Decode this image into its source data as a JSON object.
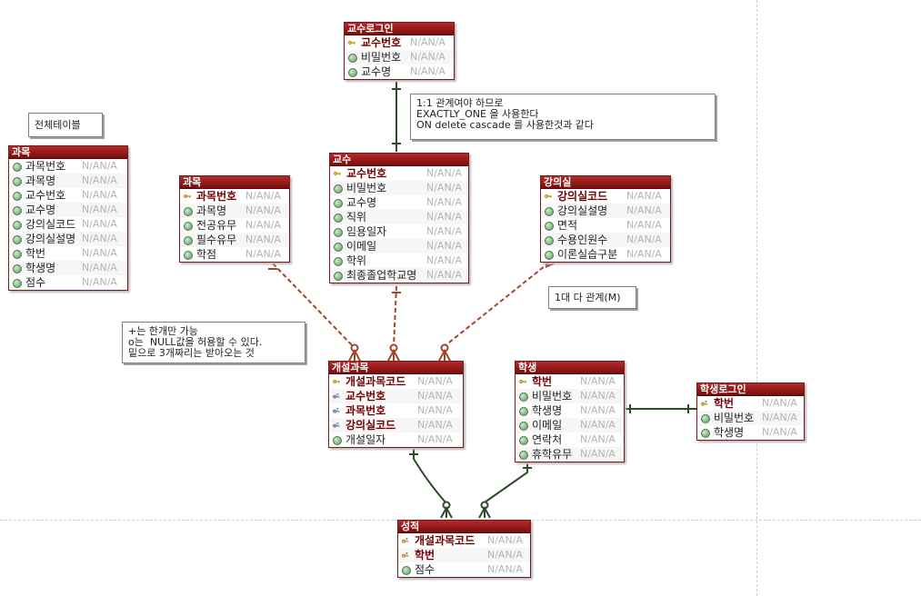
{
  "type_placeholder": "N/AN/A",
  "entities": {
    "prof_login": {
      "title": "교수로그인",
      "rows": [
        {
          "name": "교수번호",
          "kind": "pk"
        },
        {
          "name": "비밀번호",
          "kind": "attr"
        },
        {
          "name": "교수명",
          "kind": "attr"
        }
      ]
    },
    "all_tables": {
      "title": "과목",
      "rows": [
        {
          "name": "과목번호",
          "kind": "attr"
        },
        {
          "name": "과목명",
          "kind": "attr"
        },
        {
          "name": "교수번호",
          "kind": "attr"
        },
        {
          "name": "교수명",
          "kind": "attr"
        },
        {
          "name": "강의실코드",
          "kind": "attr"
        },
        {
          "name": "강의실설명",
          "kind": "attr"
        },
        {
          "name": "학번",
          "kind": "attr"
        },
        {
          "name": "학생명",
          "kind": "attr"
        },
        {
          "name": "점수",
          "kind": "attr"
        }
      ]
    },
    "subject": {
      "title": "과목",
      "rows": [
        {
          "name": "과목번호",
          "kind": "pk"
        },
        {
          "name": "과목명",
          "kind": "attr"
        },
        {
          "name": "전공유무",
          "kind": "attr"
        },
        {
          "name": "필수유무",
          "kind": "attr"
        },
        {
          "name": "학점",
          "kind": "attr"
        }
      ]
    },
    "professor": {
      "title": "교수",
      "rows": [
        {
          "name": "교수번호",
          "kind": "pk"
        },
        {
          "name": "비밀번호",
          "kind": "attr"
        },
        {
          "name": "교수명",
          "kind": "attr"
        },
        {
          "name": "직위",
          "kind": "attr"
        },
        {
          "name": "임용일자",
          "kind": "attr"
        },
        {
          "name": "이메일",
          "kind": "attr"
        },
        {
          "name": "학위",
          "kind": "attr"
        },
        {
          "name": "최종졸업학교명",
          "kind": "attr"
        }
      ]
    },
    "classroom": {
      "title": "강의실",
      "rows": [
        {
          "name": "강의실코드",
          "kind": "pk"
        },
        {
          "name": "강의실설명",
          "kind": "attr"
        },
        {
          "name": "면적",
          "kind": "attr"
        },
        {
          "name": "수용인원수",
          "kind": "attr"
        },
        {
          "name": "이론실습구분",
          "kind": "attr"
        }
      ]
    },
    "course": {
      "title": "개설과목",
      "rows": [
        {
          "name": "개설과목코드",
          "kind": "pk"
        },
        {
          "name": "교수번호",
          "kind": "fk"
        },
        {
          "name": "과목번호",
          "kind": "fk"
        },
        {
          "name": "강의실코드",
          "kind": "fk"
        },
        {
          "name": "개설일자",
          "kind": "attr"
        }
      ]
    },
    "student": {
      "title": "학생",
      "rows": [
        {
          "name": "학번",
          "kind": "pk"
        },
        {
          "name": "비밀번호",
          "kind": "attr"
        },
        {
          "name": "학생명",
          "kind": "attr"
        },
        {
          "name": "이메일",
          "kind": "attr"
        },
        {
          "name": "연락처",
          "kind": "attr"
        },
        {
          "name": "휴학유무",
          "kind": "attr"
        }
      ]
    },
    "student_login": {
      "title": "학생로그인",
      "rows": [
        {
          "name": "학번",
          "kind": "pkfk"
        },
        {
          "name": "비밀번호",
          "kind": "attr"
        },
        {
          "name": "학생명",
          "kind": "attr"
        }
      ]
    },
    "grade": {
      "title": "성적",
      "rows": [
        {
          "name": "개설과목코드",
          "kind": "pkfk"
        },
        {
          "name": "학번",
          "kind": "pkfk"
        },
        {
          "name": "점수",
          "kind": "attr"
        }
      ]
    }
  },
  "notes": {
    "all_tables": "전체테이블",
    "one_to_one": "1:1 관계여야 하므로\nEXACTLY_ONE 을 사용한다\nON delete cascade 를 사용한것과 같다",
    "one_to_many": "1대 다 관계(M)",
    "nullable": "+는 한개만 가능\no는  NULL값을 허용할 수 있다.\n밑으로 3개짜리는 받아오는 것"
  },
  "colors": {
    "header": "#8b1414",
    "identifying_link": "#2f4a2a",
    "nonidentifying_link": "#a0462a"
  }
}
